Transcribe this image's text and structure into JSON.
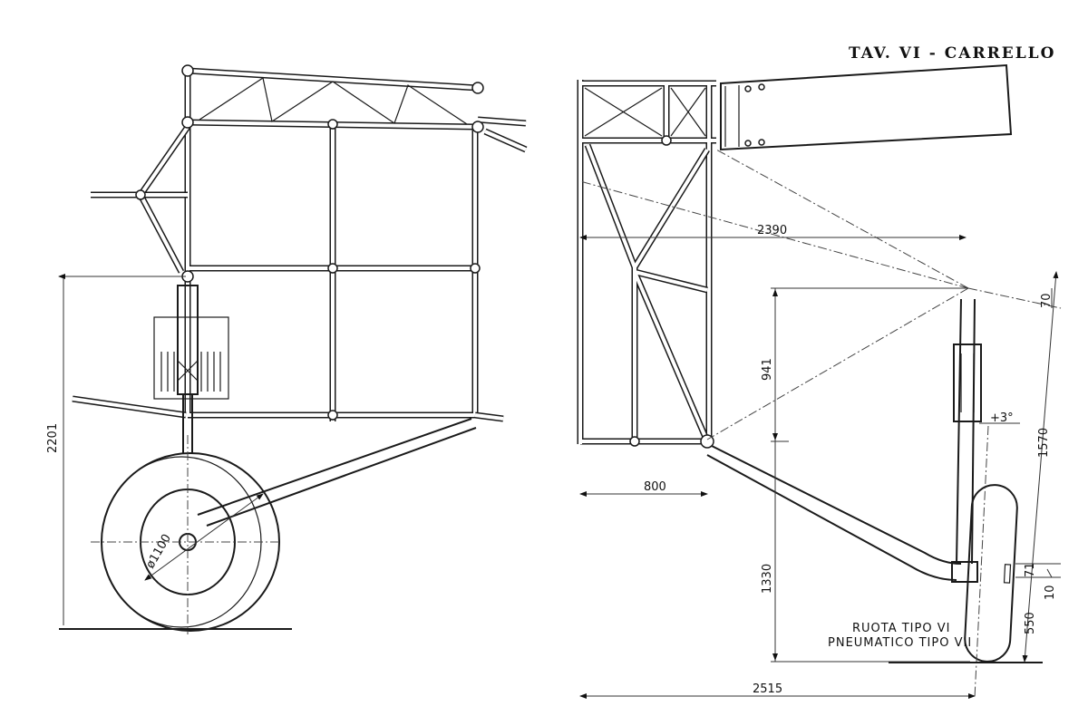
{
  "title": "TAV. VI - CARRELLO",
  "front_view": {
    "dim_height": "2201",
    "dim_wheel_diameter": "ø1100"
  },
  "side_view": {
    "dim_2390": "2390",
    "dim_70": "70",
    "dim_941": "941",
    "dim_1570": "1570",
    "dim_angle": "+3°",
    "dim_800": "800",
    "dim_1330": "1330",
    "dim_71": "71",
    "dim_10": "10",
    "dim_550": "550",
    "dim_2515": "2515",
    "label_wheel": "RUOTA TIPO VI",
    "label_tyre": "PNEUMATICO TIPO VII"
  }
}
